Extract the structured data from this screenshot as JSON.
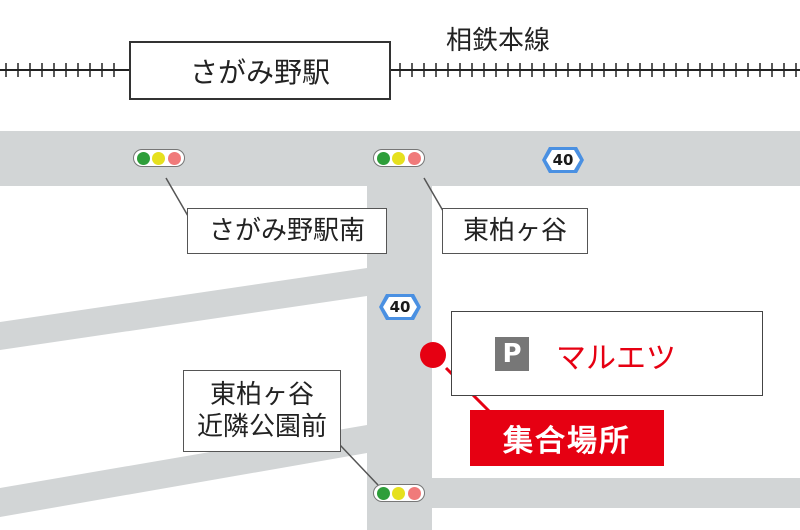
{
  "station": {
    "name": "さがみ野駅"
  },
  "railway": {
    "name": "相鉄本線"
  },
  "route_sign": {
    "number": "40",
    "color": "#4a90e2"
  },
  "intersections": {
    "sagamino_minami": "さがみ野駅南",
    "higashi_kashiwagaya": "東柏ヶ谷",
    "higashi_kashiwagaya_park_line1": "東柏ヶ谷",
    "higashi_kashiwagaya_park_line2": "近隣公園前"
  },
  "store": {
    "parking_symbol": "P",
    "name": "マルエツ"
  },
  "meeting_point": {
    "label": "集合場所",
    "color": "#e60012"
  },
  "colors": {
    "road": "#d2d5d6",
    "signal_green": "#2e9e3a",
    "signal_yellow": "#e6e01e",
    "signal_red": "#f07a7a"
  }
}
